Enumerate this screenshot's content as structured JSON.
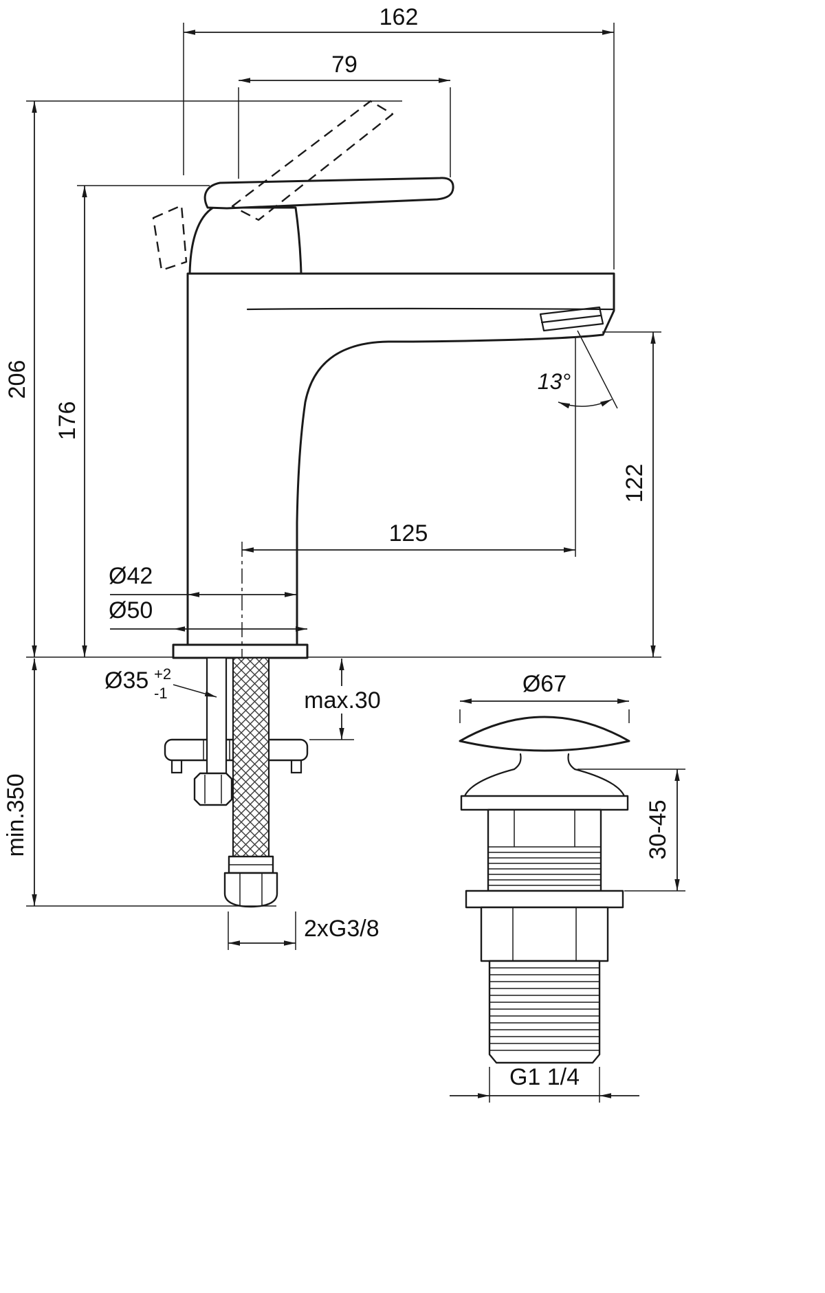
{
  "drawing": {
    "subject": "single-lever basin mixer with pop-up waste, dimensioned technical drawing",
    "dims": {
      "overall_length": "162",
      "lever_length": "79",
      "height_raised": "206",
      "height_body": "176",
      "outlet_height": "122",
      "spout_reach": "125",
      "spray_angle": "13°",
      "body_diameter": "Ø42",
      "base_diameter": "Ø50",
      "hole_diameter": "Ø35",
      "hole_tol_plus": "+2",
      "hole_tol_minus": "-1",
      "deck_max": "max.30",
      "hose_min": "min.350",
      "supply_thread": "2xG3/8",
      "waste_cap_diameter": "Ø67",
      "waste_deck_range": "30-45",
      "waste_thread": "G1 1/4"
    }
  }
}
